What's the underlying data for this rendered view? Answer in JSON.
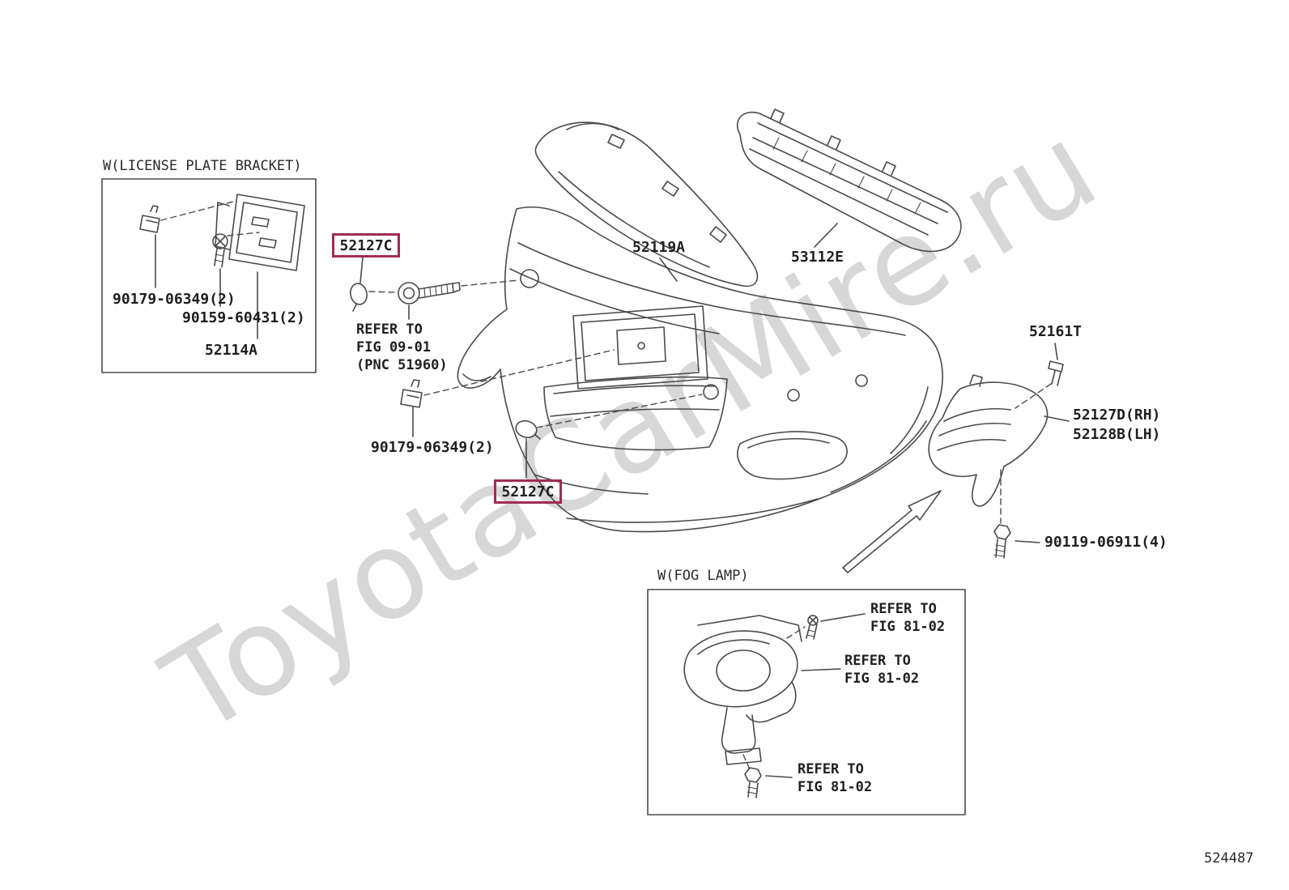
{
  "watermark": "ToyotaCarMire.ru",
  "doc_number": "524487",
  "highlight_color": "#9f2b52",
  "sections": {
    "license_plate_bracket": {
      "title": "W(LICENSE PLATE BRACKET)",
      "parts": {
        "clip": "90179-06349(2)",
        "screw": "90159-60431(2)",
        "bracket": "52114A"
      }
    },
    "fog_lamp": {
      "title": "W(FOG LAMP)",
      "refer_line1": "REFER TO",
      "refer_line2": "FIG 81-02"
    }
  },
  "callouts": {
    "hole_cover_upper": "52127C",
    "hole_cover_lower": "52127C",
    "refer_tow_hook": {
      "line1": "REFER TO",
      "line2": "FIG 09-01",
      "line3": "(PNC 51960)"
    },
    "bumper_retainer": "52119A",
    "radiator_grille": "53112E",
    "clip_52161T": "52161T",
    "side_cover_rh": "52127D(RH)",
    "side_cover_lh": "52128B(LH)",
    "clip_lower": "90179-06349(2)",
    "bolt": "90119-06911(4)"
  }
}
